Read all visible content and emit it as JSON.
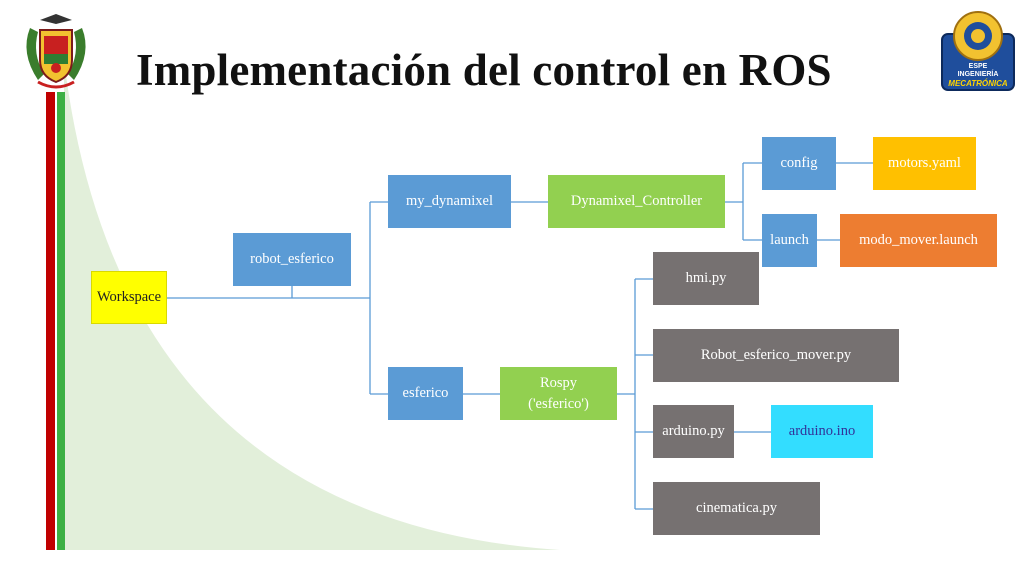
{
  "slide": {
    "title": "Implementación del control en ROS"
  },
  "logos": {
    "right": {
      "line1": "ESPE",
      "line2": "INGENIERÍA",
      "line3": "MECATRÓNICA"
    }
  },
  "nodes": {
    "workspace": "Workspace",
    "robot_esferico": "robot_esferico",
    "my_dynamixel": "my_dynamixel",
    "dynamixel_controller": "Dynamixel_Controller",
    "config": "config",
    "motors_yaml": "motors.yaml",
    "launch": "launch",
    "modo_mover_launch": "modo_mover.launch",
    "esferico": "esferico",
    "rospy_line1": "Rospy",
    "rospy_line2": "('esferico')",
    "hmi_py": "hmi.py",
    "robot_esferico_mover_py": "Robot_esferico_mover.py",
    "arduino_py": "arduino.py",
    "arduino_ino": "arduino.ino",
    "cinematica_py": "cinematica.py"
  },
  "colors": {
    "blue": "#5b9bd5",
    "green": "#92d050",
    "gray": "#767171",
    "orange": "#ed7d31",
    "gold": "#ffc000",
    "yellow": "#ffff00",
    "cyan": "#33ddff",
    "stripe_red": "#c00000",
    "stripe_green": "#3cb043"
  }
}
